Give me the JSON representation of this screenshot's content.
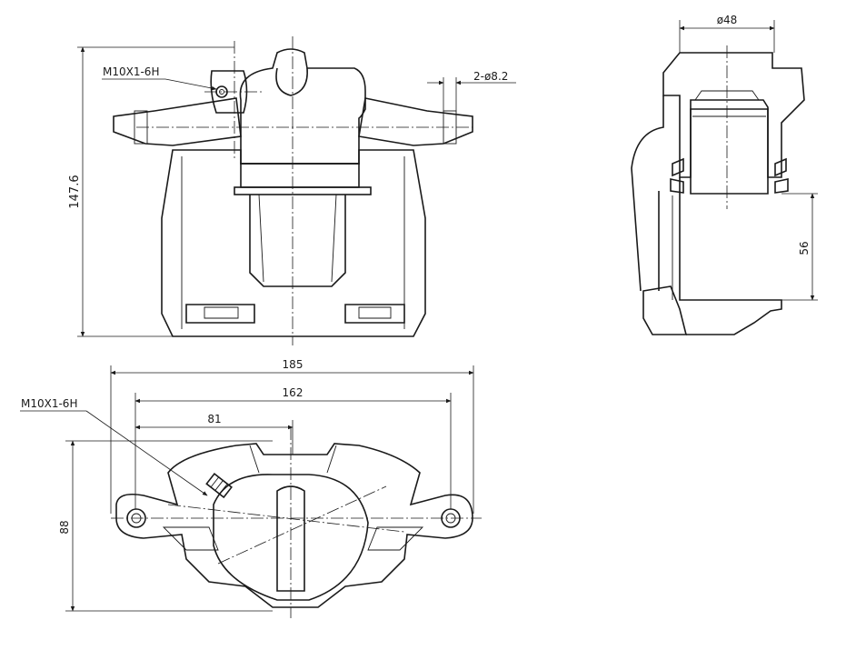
{
  "drawing": {
    "thread_label_front": "M10X1-6H",
    "thread_label_bottom": "M10X1-6H",
    "holes_label": "2-ø8.2",
    "height_dim": "147.6",
    "width_overall": "185",
    "width_mount": "162",
    "width_half": "81",
    "depth_dim": "88",
    "piston_diameter": "ø48",
    "piston_travel": "56"
  }
}
